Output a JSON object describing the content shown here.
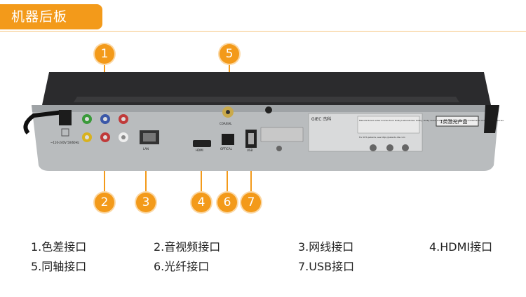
{
  "header": {
    "title": "机器后板"
  },
  "markers": [
    "1",
    "2",
    "3",
    "4",
    "5",
    "6",
    "7"
  ],
  "captions": {
    "c1": "1.色差接口",
    "c2": "2.音视频接口",
    "c3": "3.网线接口",
    "c4": "4.HDMI接口",
    "c5": "5.同轴接口",
    "c6": "6.光纤接口",
    "c7": "7.USB接口"
  },
  "panel_labels": {
    "voltage": "~110-240V 50/60Hz",
    "hdmi": "HDMI",
    "coaxial": "COAXIAL",
    "optical": "OPTICAL",
    "usb": "USB",
    "lan": "LAN",
    "brand": "GIEC 杰科",
    "dolby_note": "Manufactured under license from Dolby Laboratories. Dolby, Dolby Audio and the double-D symbol are trademarks of Dolby Laboratories.",
    "dts_note": "For DTS patents, see http://patents.dts.com",
    "sticker": "1类激光产品"
  },
  "colors": {
    "accent": "#f39a1a",
    "panel": "#b9bcbe",
    "body": "#2b2b2d"
  }
}
